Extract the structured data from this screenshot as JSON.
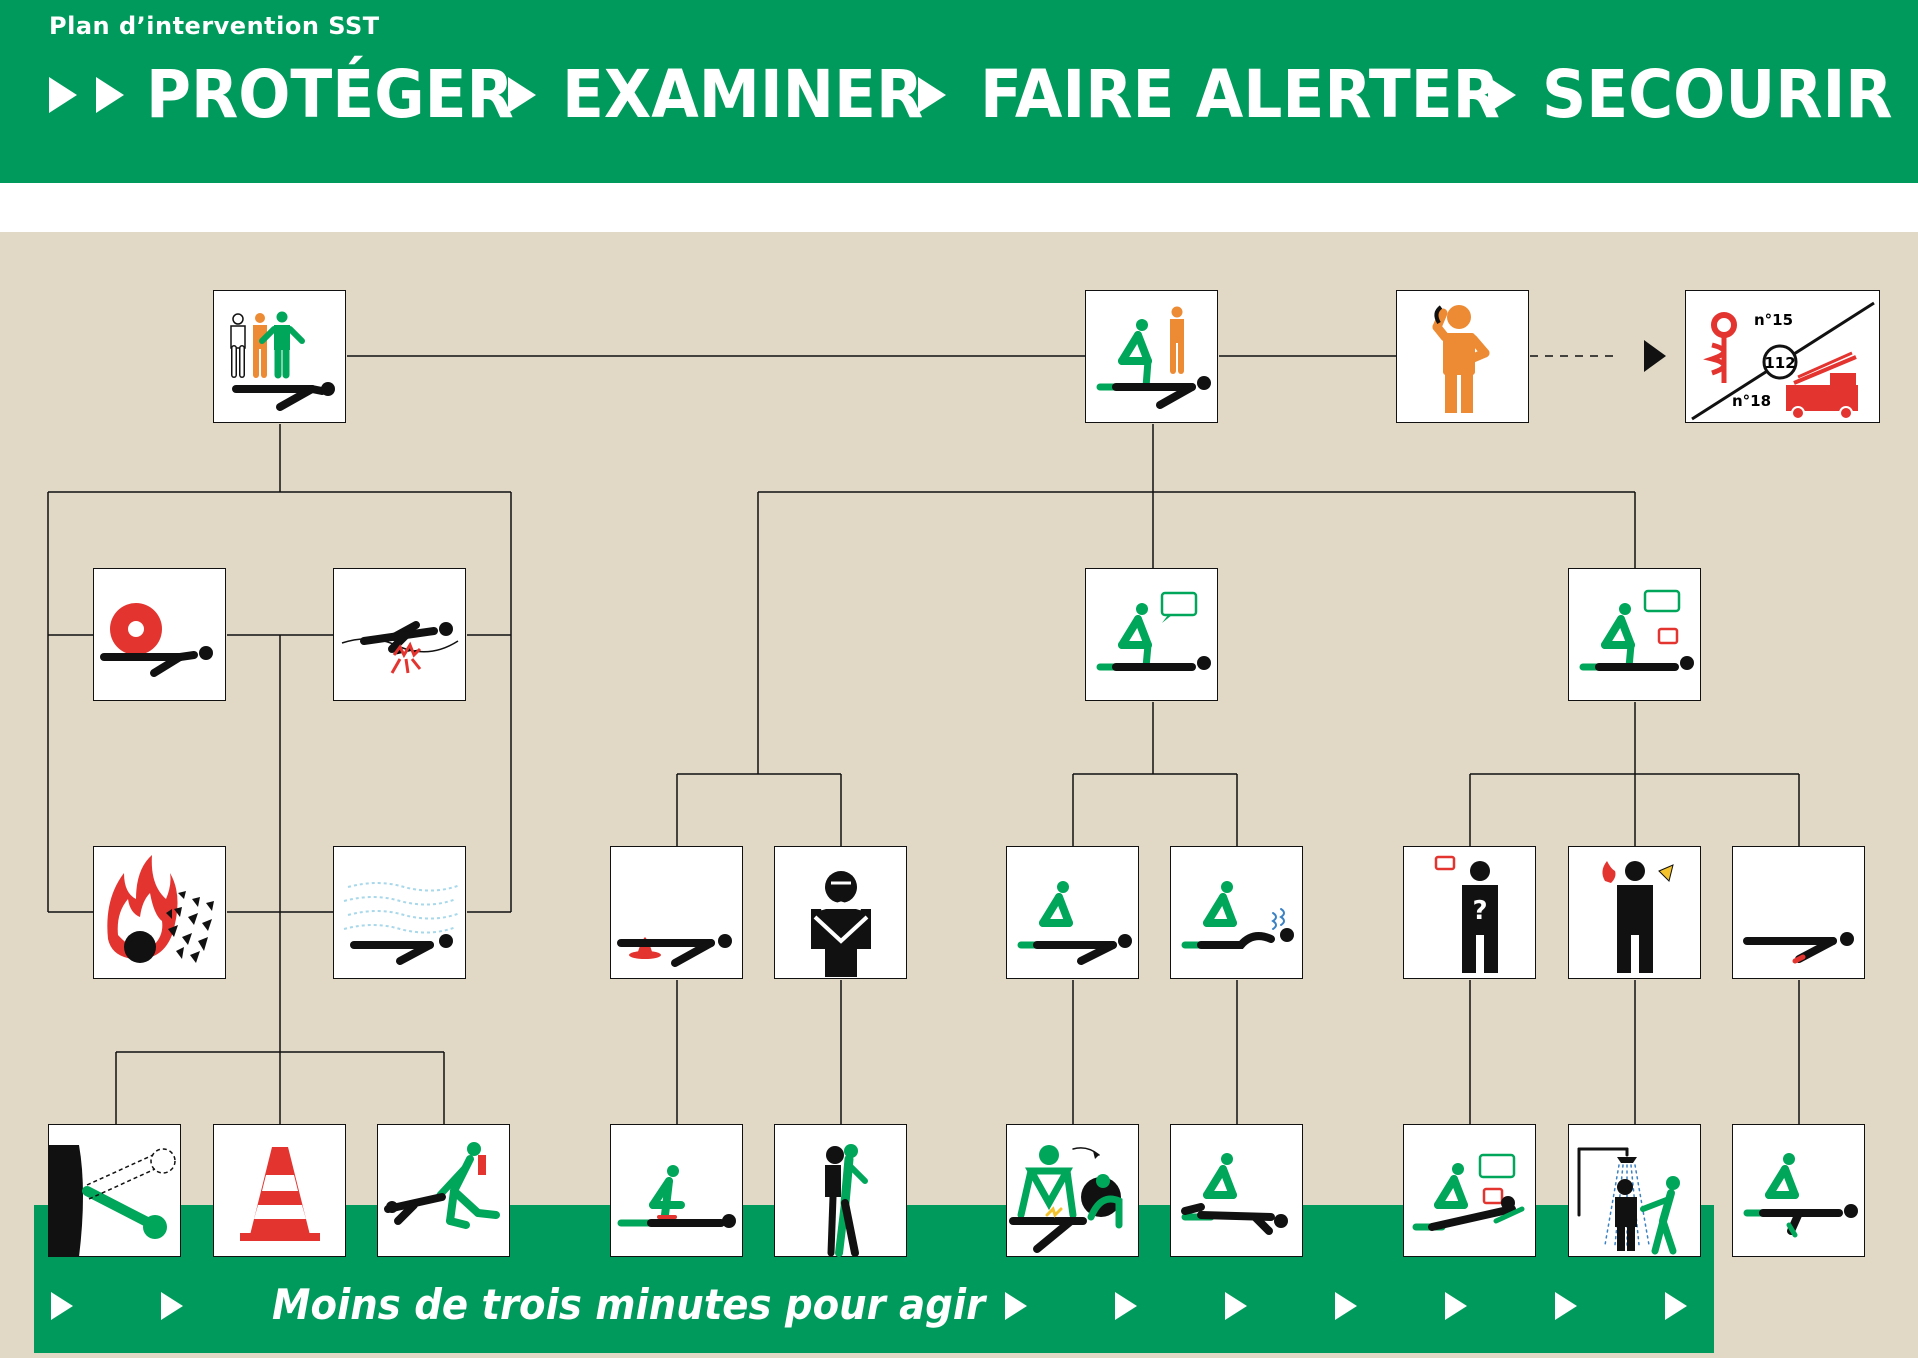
{
  "header": {
    "subtitle": "Plan d’intervention SST",
    "steps": [
      "PROTÉGER",
      "EXAMINER",
      "FAIRE ALERTER",
      "SECOURIR"
    ]
  },
  "alert_numbers": {
    "samu": "n°15",
    "european": "112",
    "pompiers": "n°18"
  },
  "footer": {
    "slogan": "Moins de trois minutes pour agir"
  },
  "colors": {
    "brand_green": "#009b5c",
    "panel_beige": "#e1d9c6",
    "danger_red": "#e3342f",
    "witness_orange": "#ec8b33"
  },
  "icons": [
    "protect-rescuers-icon",
    "examine-victim-icon",
    "phone-call-icon",
    "emergency-services-icon",
    "crush-hazard-icon",
    "electric-hazard-icon",
    "fire-explosion-icon",
    "toxic-gas-icon",
    "question-victim-icon",
    "question-victim-answers-icon",
    "bleeding-icon",
    "choking-icon",
    "no-breathing-icon",
    "breathing-icon",
    "malaise-icon",
    "burn-icon",
    "wound-icon",
    "cut-power-icon",
    "traffic-cone-icon",
    "emergency-drag-icon",
    "compression-icon",
    "back-blows-icon",
    "cpr-defibrillator-icon",
    "recovery-position-icon",
    "rest-position-icon",
    "cooling-shower-icon",
    "wound-care-icon"
  ]
}
